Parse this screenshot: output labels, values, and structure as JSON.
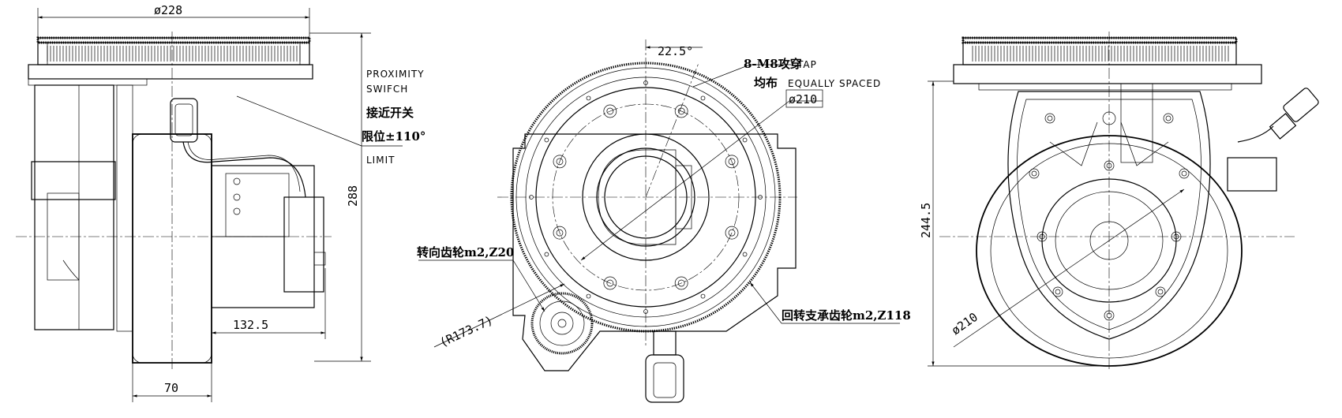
{
  "left_view": {
    "dim_top_diameter": "ø228",
    "dim_height": "288",
    "dim_mid_width": "132.5",
    "dim_bottom_width": "70",
    "proximity_line1": "PROXIMITY",
    "proximity_line2": "SWIFCH",
    "proximity_cn": "接近开关",
    "limit_cn": "限位±110°",
    "limit_en": "LIMIT"
  },
  "middle_view": {
    "angle": "22.5°",
    "tap_cn": "8-M8攻穿",
    "tap_en": "TAP",
    "equally_cn": "均布",
    "equally_en": "EQUALLY SPACED",
    "diameter": "ø210",
    "steering_gear": "转向齿轮m2,Z20",
    "radius": "(R173.7)",
    "slewing_gear": "回转支承齿轮m2,Z118"
  },
  "right_view": {
    "dim_height": "244.5",
    "dim_diameter": "ø210"
  }
}
